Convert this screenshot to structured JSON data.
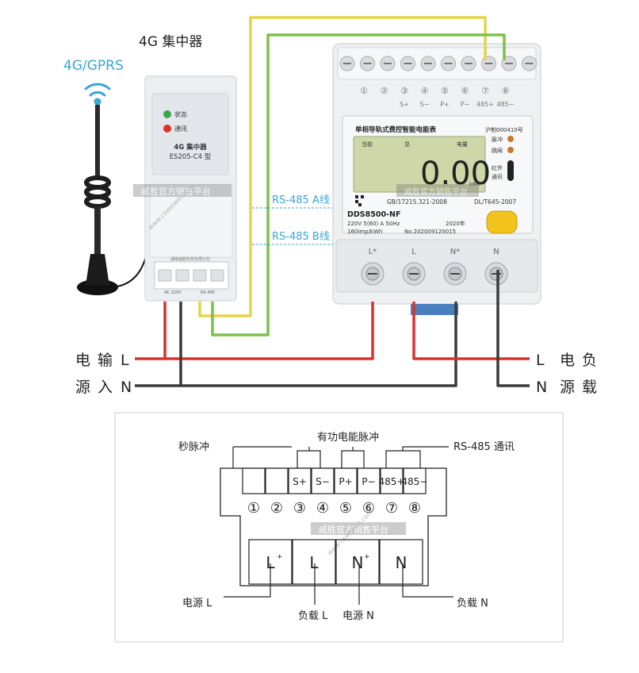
{
  "top": {
    "antenna_label": "4G/GPRS",
    "concentrator_title": "4G 集中器",
    "concentrator": {
      "status_label": "状态",
      "comm_label": "通讯",
      "model_line1": "4G 集中器",
      "model_line2": "ES205-C4 型",
      "terminal_labels": [
        "AC 220V",
        "RS-485"
      ],
      "maker": "湖南威胜科技有限公司"
    },
    "rs485_a": "RS-485 A线",
    "rs485_b": "RS-485 B线",
    "meter": {
      "terminal_numbers": [
        "①",
        "②",
        "③",
        "④",
        "⑤",
        "⑥",
        "⑦",
        "⑧"
      ],
      "terminal_names": [
        "",
        "",
        "S+",
        "S−",
        "P+",
        "P−",
        "485+",
        "485−"
      ],
      "title": "单相导轨式费控智能电能表",
      "cert": "沪制000410号",
      "lcd_labels": [
        "当前",
        "总",
        "电量"
      ],
      "lcd_value": "0.00",
      "lcd_unit": "kWh",
      "indicators": [
        "脉冲",
        "跳闸",
        "红外",
        "通讯"
      ],
      "standard_left": "GB/17215.321-2008",
      "standard_right": "DL/T645-2007",
      "model": "DDS8500-NF",
      "spec_line1": "220V  5(60) A  50Hz",
      "year": "2020年",
      "spec_line2": "160imp/kWh",
      "serial": "No.202009120015",
      "bottom_terminals": [
        "L*",
        "L",
        "N*",
        "N"
      ]
    },
    "left_labels": {
      "col1": [
        "电",
        "源"
      ],
      "col2": [
        "输",
        "入"
      ],
      "lines": [
        "L",
        "N"
      ]
    },
    "right_labels": {
      "lines": [
        "L",
        "N"
      ],
      "col1": [
        "电",
        "源"
      ],
      "col2": [
        "负",
        "载"
      ]
    }
  },
  "schematic": {
    "top_labels": {
      "second_pulse": "秒脉冲",
      "active_pulse": "有功电能脉冲",
      "rs485": "RS-485 通讯"
    },
    "top_cells": [
      "",
      "",
      "S+",
      "S−",
      "P+",
      "P−",
      "485+",
      "485−"
    ],
    "numbers": [
      "①",
      "②",
      "③",
      "④",
      "⑤",
      "⑥",
      "⑦",
      "⑧"
    ],
    "bottom_cells": [
      "L",
      "L",
      "N",
      "N"
    ],
    "bottom_sup": [
      "+",
      "",
      "+",
      ""
    ],
    "bottom_labels": {
      "power_l": "电源 L",
      "load_l": "负载 L",
      "power_n": "电源 N",
      "load_n": "负载 N"
    }
  },
  "watermark": {
    "brand": "威胜官方销售平台",
    "url": "www.csweiwei.com"
  }
}
